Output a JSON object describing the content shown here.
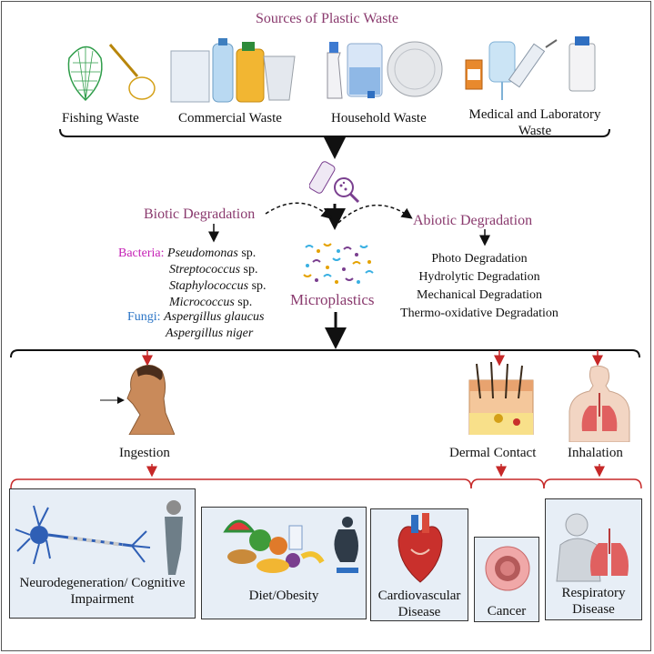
{
  "title": "Sources of Plastic Waste",
  "sources": [
    {
      "label": "Fishing Waste",
      "icon": "fishing-net-icon"
    },
    {
      "label": "Commercial Waste",
      "icon": "bottles-bag-cup-icon"
    },
    {
      "label": "Household Waste",
      "icon": "spray-jug-plate-icon"
    },
    {
      "label": "Medical and Laboratory Waste",
      "icon": "syringe-iv-bag-icon"
    }
  ],
  "biotic": {
    "title": "Biotic Degradation",
    "bacteria_label": "Bacteria:",
    "bacteria": [
      {
        "genus": "Pseudomonas",
        "suffix": " sp."
      },
      {
        "genus": "Streptococcus",
        "suffix": " sp."
      },
      {
        "genus": "Staphylococcus",
        "suffix": " sp."
      },
      {
        "genus": "Micrococcus",
        "suffix": " sp."
      }
    ],
    "fungi_label": "Fungi:",
    "fungi": [
      "Aspergillus glaucus",
      "Aspergillus niger"
    ]
  },
  "abiotic": {
    "title": "Abiotic Degradation",
    "items": [
      "Photo Degradation",
      "Hydrolytic Degradation",
      "Mechanical Degradation",
      "Thermo-oxidative Degradation"
    ]
  },
  "center_label": "Microplastics",
  "routes": [
    "Ingestion",
    "Dermal Contact",
    "Inhalation"
  ],
  "diseases": [
    "Neurodegeneration/ Cognitive Impairment",
    "Diet/Obesity",
    "Cardiovascular Disease",
    "Cancer",
    "Respiratory Disease"
  ],
  "colors": {
    "purple": "#8a3a6e",
    "red_arrow": "#c62828",
    "box_fill": "#e7eef6",
    "bacteria": "#c51fb5",
    "fungi": "#2a74c6"
  }
}
